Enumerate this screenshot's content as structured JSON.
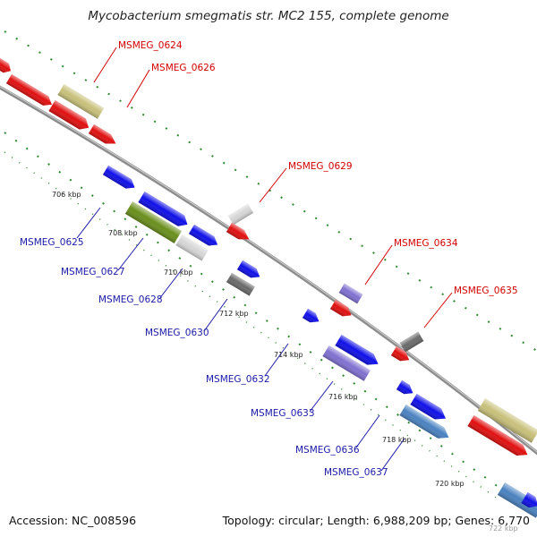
{
  "header": {
    "title": "Mycobacterium smegmatis str. MC2 155, complete genome"
  },
  "footer": {
    "accession": "Accession: NC_008596",
    "summary": "Topology: circular; Length: 6,988,209 bp; Genes: 6,770"
  },
  "colors": {
    "backbone": "#8c8c8c",
    "tick_dots": "#2f8a2f",
    "label_forward": "#d40000",
    "label_reverse": "#1a1aa8"
  },
  "ticks": [
    "706 kbp",
    "708 kbp",
    "710 kbp",
    "712 kbp",
    "714 kbp",
    "716 kbp",
    "718 kbp",
    "720 kbp",
    "722 kbp"
  ],
  "labels_forward": [
    "MSMEG_0624",
    "MSMEG_0626",
    "MSMEG_0629",
    "MSMEG_0634",
    "MSMEG_0635"
  ],
  "labels_reverse": [
    "MSMEG_0625",
    "MSMEG_0627",
    "MSMEG_0628",
    "MSMEG_0630",
    "MSMEG_0632",
    "MSMEG_0633",
    "MSMEG_0636",
    "MSMEG_0637"
  ]
}
